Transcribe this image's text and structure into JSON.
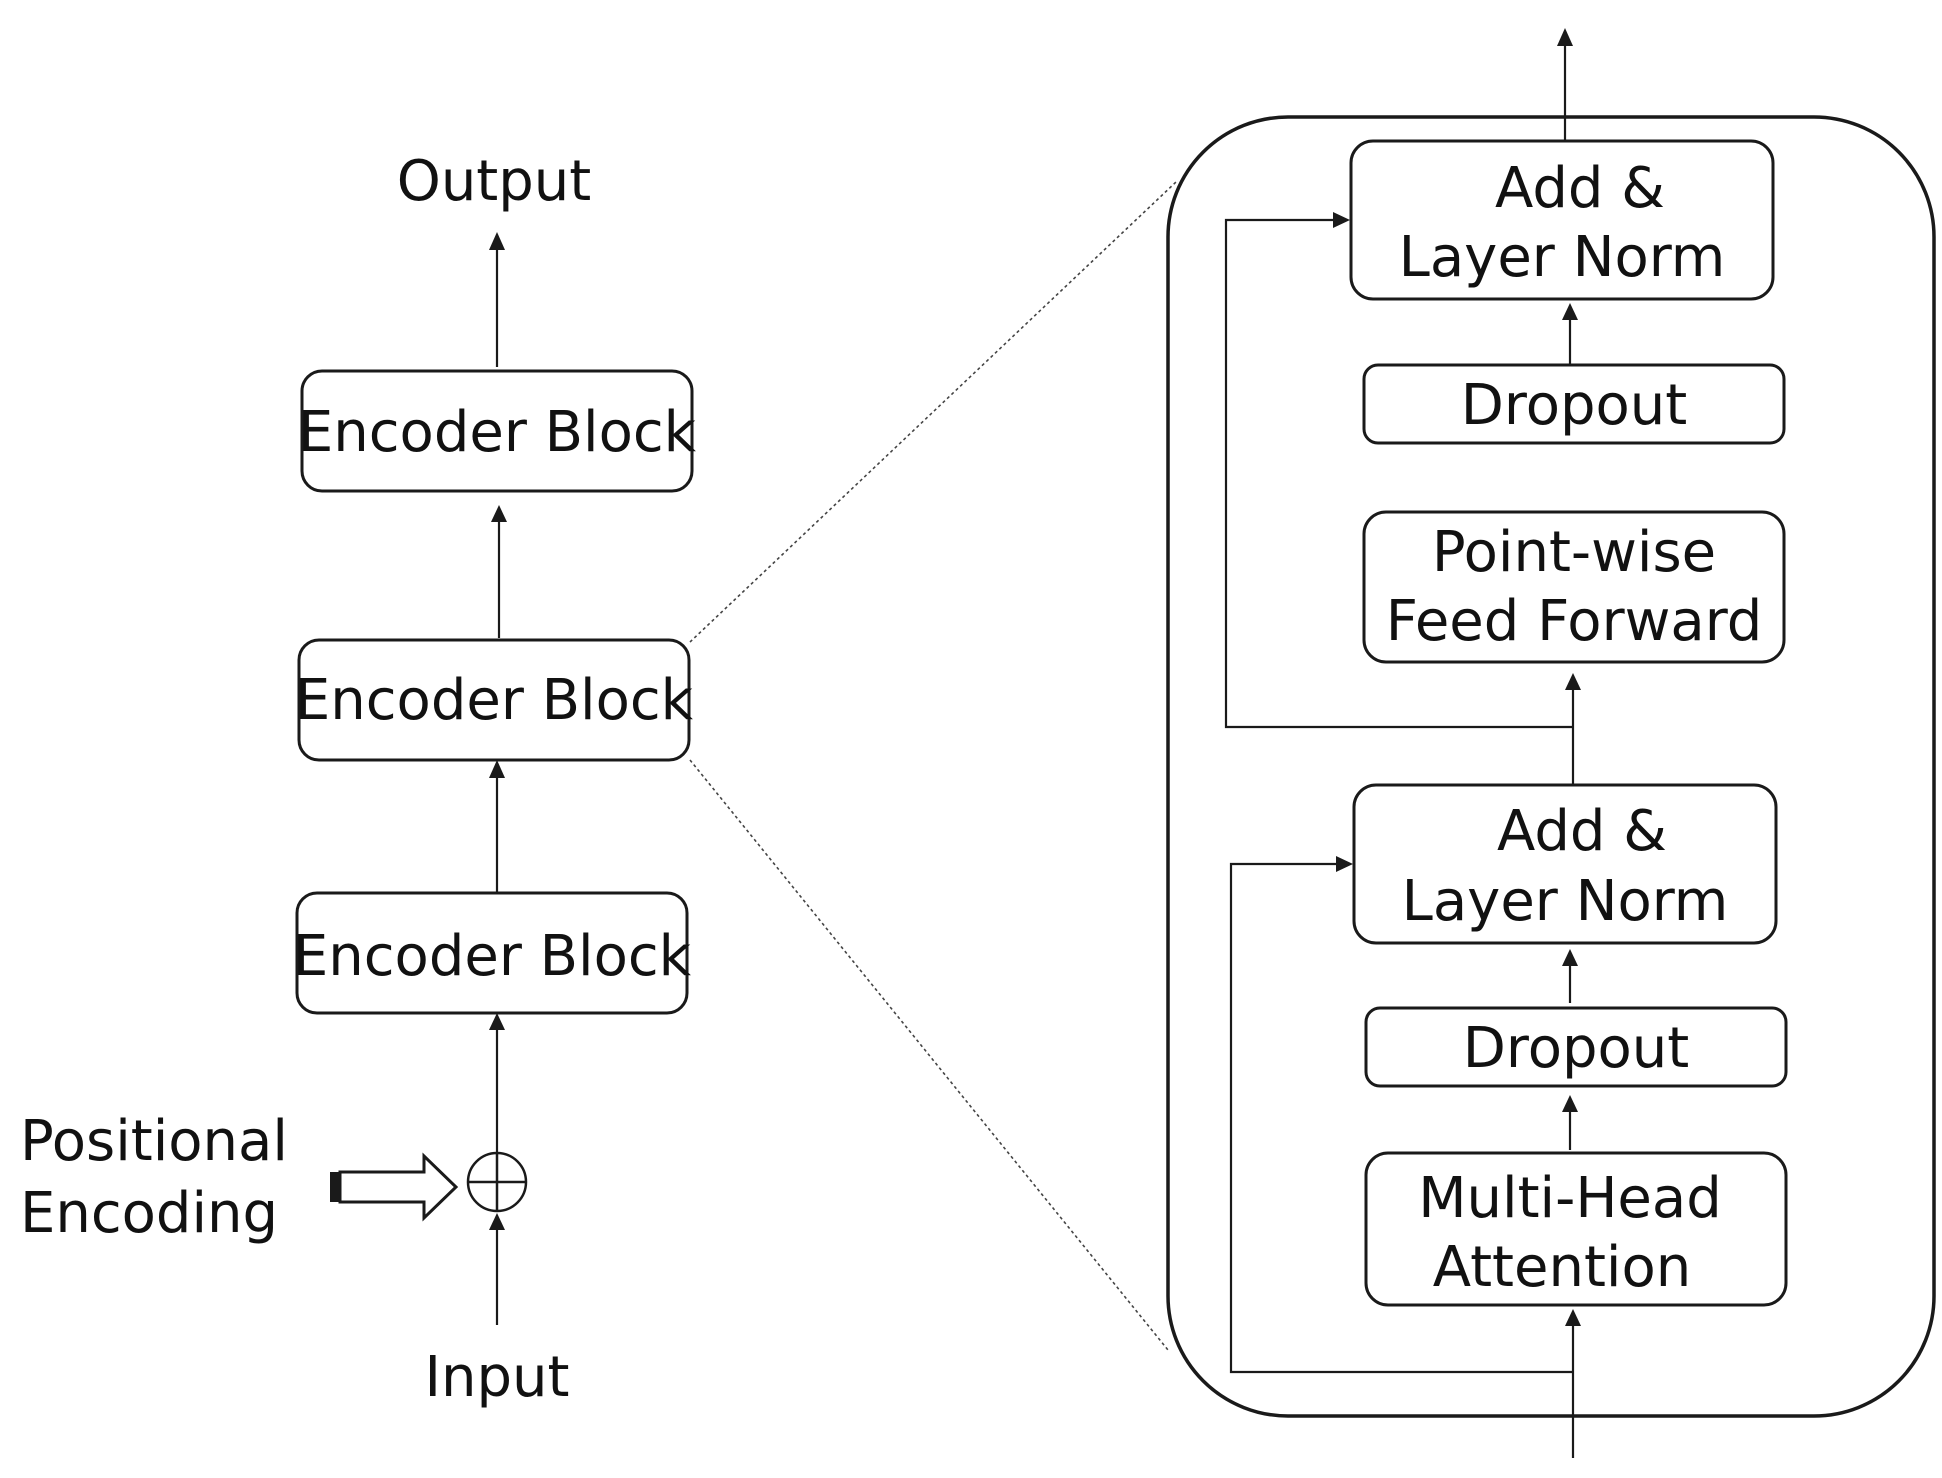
{
  "left_stack": {
    "output_label": "Output",
    "encoder_blocks": [
      "Encoder Block",
      "Encoder Block",
      "Encoder Block"
    ],
    "positional_encoding": [
      "Positional",
      "Encoding"
    ],
    "input_label": "Input"
  },
  "detail_panel": {
    "add_norm_top": [
      "Add &",
      "Layer Norm"
    ],
    "dropout_top": "Dropout",
    "feed_forward": [
      "Point-wise",
      "Feed Forward"
    ],
    "add_norm_bottom": [
      "Add &",
      "Layer Norm"
    ],
    "dropout_bottom": "Dropout",
    "attention": [
      "Multi-Head",
      "Attention"
    ]
  }
}
